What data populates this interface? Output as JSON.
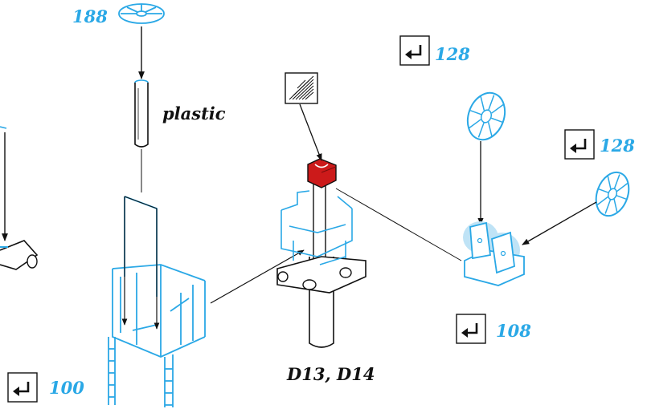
{
  "colors": {
    "accent_blue": "#2aa8e6",
    "part_red": "#cc1a1a",
    "light_blue_fill": "#bfe3f6",
    "line": "#111111"
  },
  "labels": {
    "part_188": "188",
    "ref_128_top": "128",
    "ref_128_right": "128",
    "ref_108": "108",
    "ref_100": "100",
    "material": "plastic",
    "assembly": "D13, D14"
  },
  "icons": {
    "return_arrow": "return-arrow-icon",
    "hatch_swatch": "hatched-swatch-icon",
    "wheel": "wheel-icon"
  }
}
